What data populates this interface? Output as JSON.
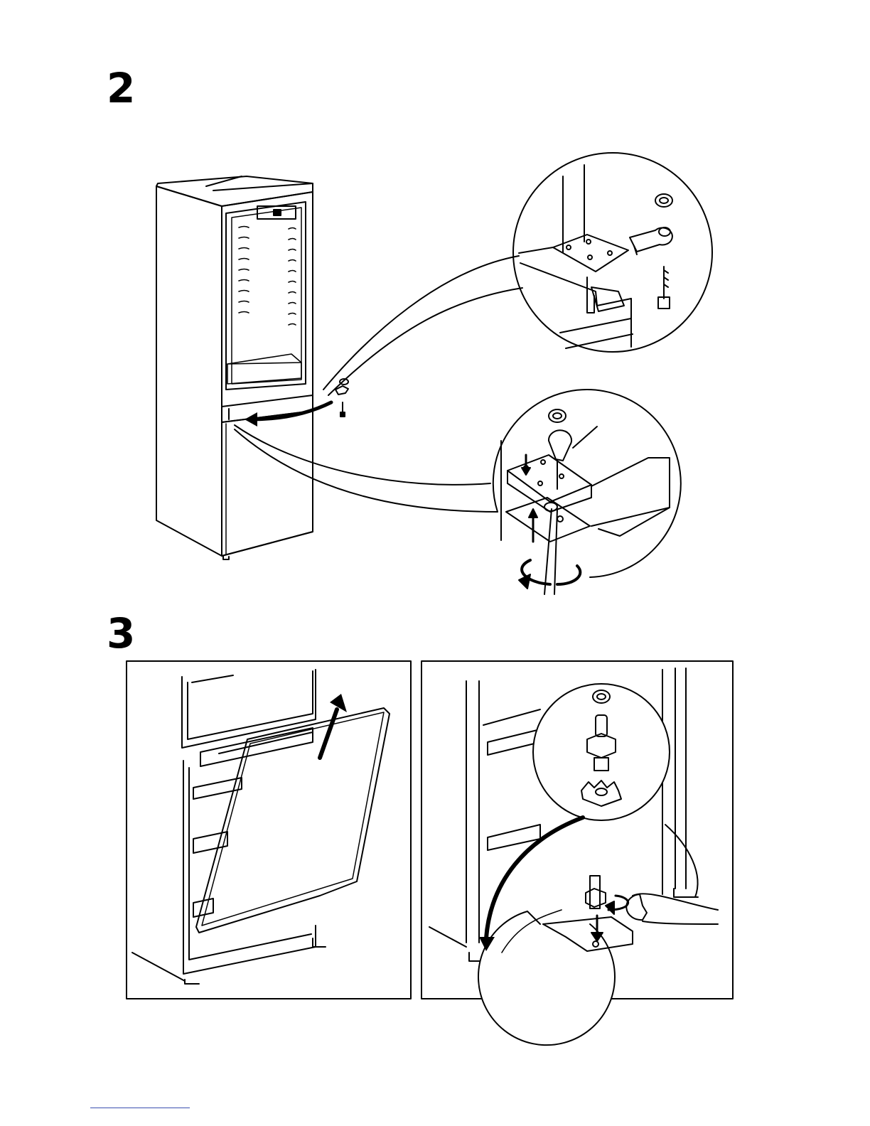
{
  "steps": [
    {
      "number": "2"
    },
    {
      "number": "3"
    }
  ],
  "colors": {
    "ink": "#000000",
    "paper": "#ffffff",
    "footer_rule": "#3a4fb0"
  },
  "illustrations": [
    {
      "id": "fridge-hinge-removal",
      "icons": [
        "fridge-icon",
        "hinge-plate-icon",
        "screw-icon",
        "washer-icon",
        "screwdriver-icon",
        "rotate-arrow-icon"
      ]
    },
    {
      "id": "door-lift-off",
      "icons": [
        "door-panel-icon",
        "up-arrow-icon"
      ]
    },
    {
      "id": "foot-hinge-swap",
      "icons": [
        "hinge-pin-icon",
        "washer-icon",
        "star-washer-icon",
        "wrench-icon",
        "curved-arrow-icon"
      ]
    }
  ]
}
